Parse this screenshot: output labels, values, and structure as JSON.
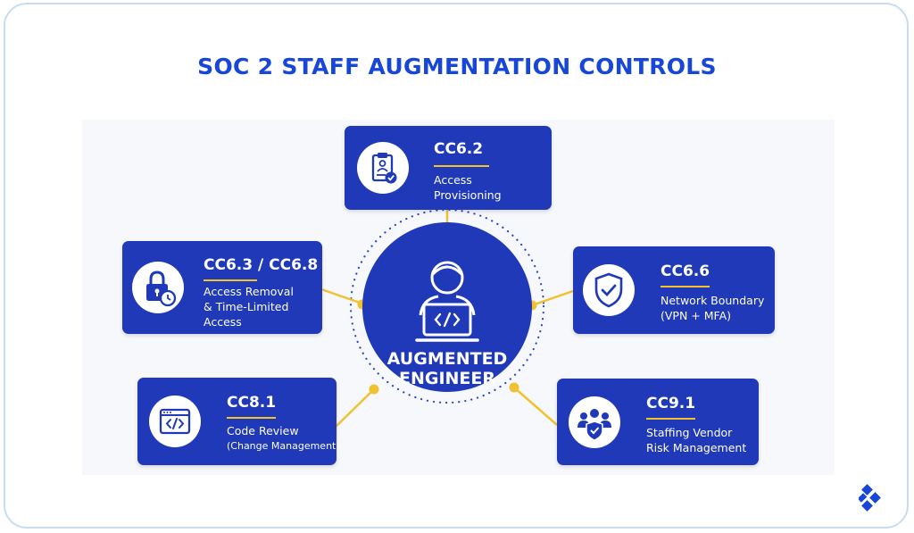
{
  "title": "SOC 2 STAFF AUGMENTATION CONTROLS",
  "colors": {
    "title": "#1747d9",
    "card": "#1f39b9",
    "accent": "#f3c32c",
    "connector": "#f0c232"
  },
  "hub": {
    "line1": "AUGMENTED",
    "line2": "ENGINEER",
    "icon": "engineer-laptop-icon"
  },
  "controls": {
    "cc62": {
      "code": "CC6.2",
      "line1": "Access",
      "line2": "Provisioning",
      "icon": "clipboard-badge-icon"
    },
    "cc63": {
      "code": "CC6.3 / CC6.8",
      "line1": "Access Removal",
      "line2": "& Time-Limited",
      "line3": "Access",
      "icon": "lock-clock-icon"
    },
    "cc66": {
      "code": "CC6.6",
      "line1": "Network Boundary",
      "line2": "(VPN + MFA)",
      "icon": "shield-check-icon"
    },
    "cc81": {
      "code": "CC8.1",
      "line1": "Code Review",
      "line2": "(Change Management)",
      "icon": "code-window-icon"
    },
    "cc91": {
      "code": "CC9.1",
      "line1": "Staffing Vendor",
      "line2": "Risk Management",
      "icon": "team-shield-icon"
    }
  }
}
